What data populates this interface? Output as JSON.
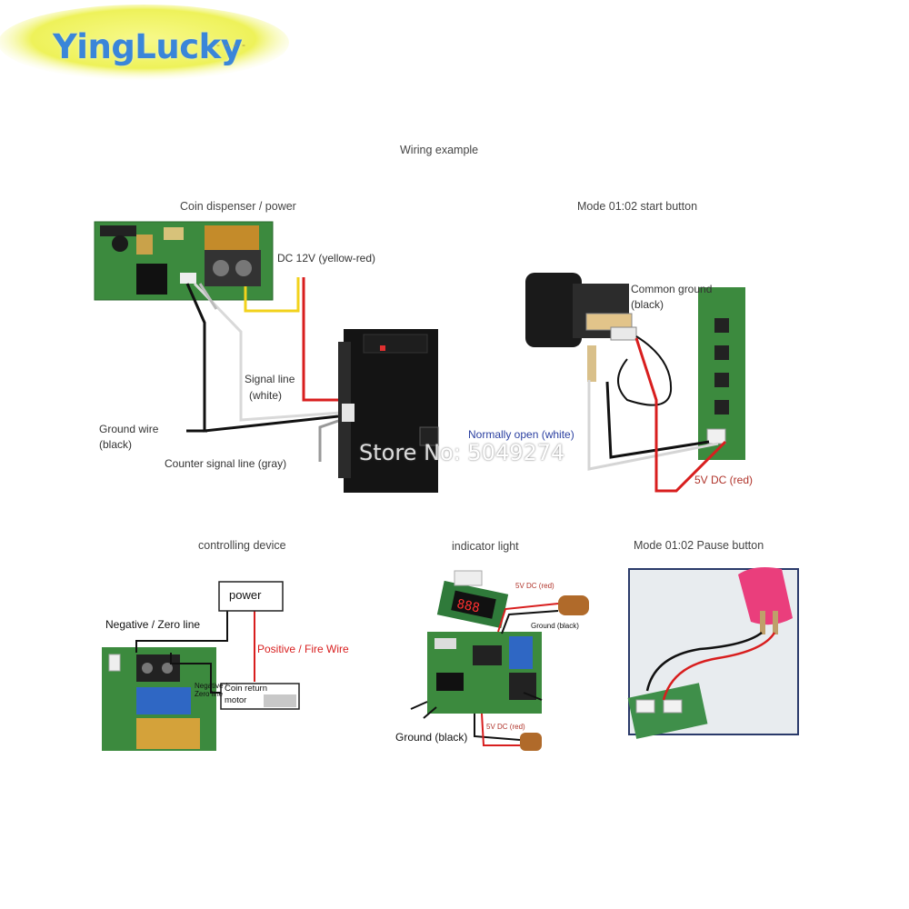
{
  "brand": {
    "logo_text": "YingLucky",
    "logo_dashes": "- - - -"
  },
  "page_title": "Wiring example",
  "watermark": "Store No: 5049274",
  "panels": {
    "coin": {
      "caption": "Coin dispenser / power",
      "dc12v": "DC 12V (yellow-red)",
      "signal_line_1": "Signal line",
      "signal_line_2": "(white)",
      "ground_wire_1": "Ground wire",
      "ground_wire_2": "(black)",
      "counter_signal": "Counter signal line (gray)"
    },
    "start": {
      "caption": "Mode 01:02 start button",
      "common_ground_1": "Common ground",
      "common_ground_2": "(black)",
      "normally_open": "Normally open (white)",
      "dc5v": "5V DC (red)"
    },
    "control": {
      "caption": "controlling device",
      "power": "power",
      "negative": "Negative / Zero line",
      "positive": "Positive / Fire Wire",
      "coin_return_1": "Coin return",
      "coin_return_2": "motor",
      "board_negative_1": "Negative /",
      "board_negative_2": "Zero line"
    },
    "indicator": {
      "caption": "indicator light",
      "dc5v_top": "5V DC (red)",
      "ground_black_top": "Ground (black)",
      "ground_black": "Ground (black)",
      "dc5v_bottom": "5V DC (red)"
    },
    "pause": {
      "caption": "Mode 01:02 Pause button"
    }
  },
  "colors": {
    "logo_blue": "#3a86d9",
    "logo_ellipse": "#eef25a",
    "wire_red": "#d81e1e",
    "wire_yellow": "#f2d21c",
    "wire_black": "#111111",
    "wire_white": "#d9d9d9",
    "pcb_green": "#3c8a3e",
    "normally_open_blue": "#2a3fa0",
    "dc_red_text": "#b0332a",
    "pause_pink": "#ea3e7c"
  }
}
